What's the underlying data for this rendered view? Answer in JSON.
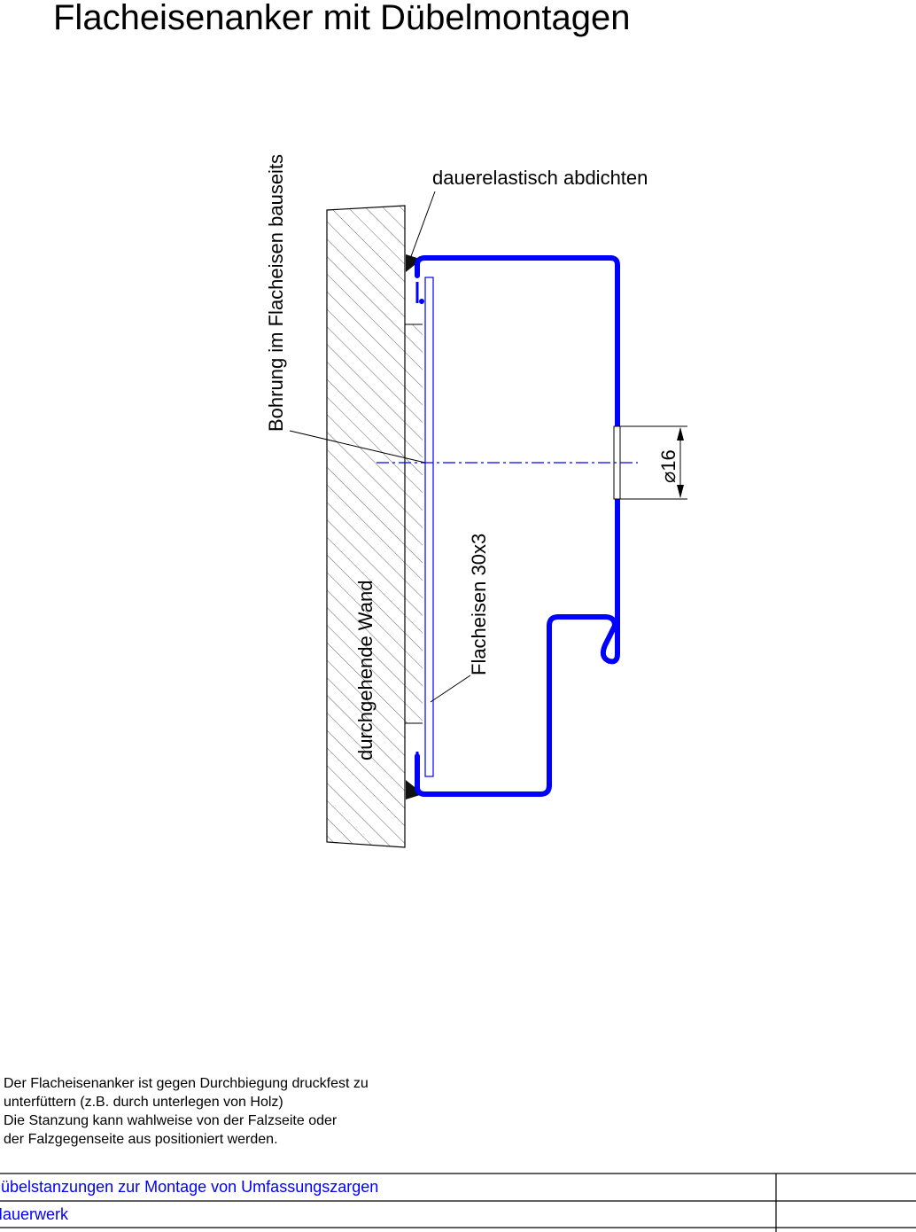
{
  "title": "Flacheisenanker mit Dübelmontagen",
  "labels": {
    "seal": "dauerelastisch abdichten",
    "drilling": "Bohrung im Flacheisen bauseits",
    "wall": "durchgehende Wand",
    "flat_iron": "Flacheisen 30x3",
    "diameter": "⌀16"
  },
  "notes": [
    "Der Flacheisenanker ist gegen Durchbiegung druckfest zu",
    "unterfüttern (z.B. durch unterlegen von Holz)",
    "Die Stanzung kann wahlweise von der Falzseite oder",
    "der Falzgegenseite aus positioniert werden."
  ],
  "title_block": {
    "row1": "Dübelstanzungen zur Montage von Umfassungszargen",
    "row2": "Mauerwerk"
  },
  "colors": {
    "frame": "#0000ff",
    "centerline": "#0000ff",
    "text": "#000000",
    "title_block_text": "#0000ff"
  }
}
